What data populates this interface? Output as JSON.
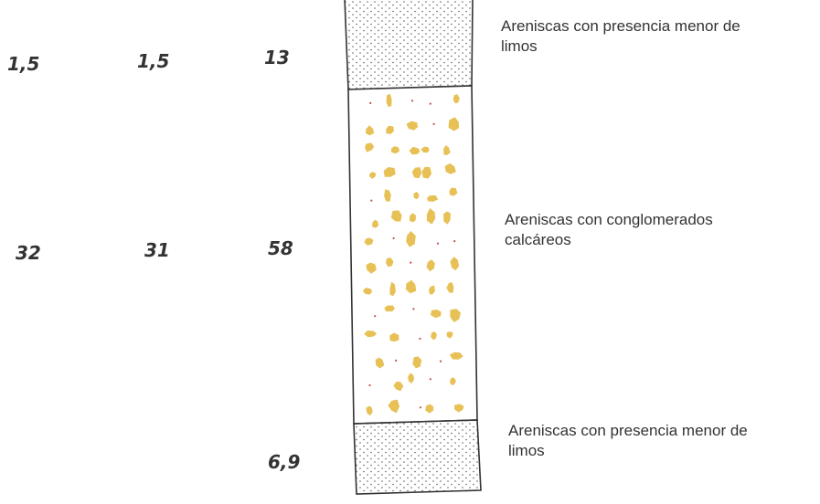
{
  "columns": {
    "a": [
      "1,5",
      "32"
    ],
    "b": [
      "1,5",
      "31"
    ],
    "c": [
      "13",
      "58",
      "6,9"
    ]
  },
  "layers": [
    {
      "name": "sandstone-silt",
      "label_line1": "Areniscas con presencia menor de",
      "label_line2": "limos",
      "pattern": "stipple"
    },
    {
      "name": "sandstone-conglomerate",
      "label_line1": "Areniscas con conglomerados",
      "label_line2": "calcáreos",
      "pattern": "clasts"
    },
    {
      "name": "sandstone-silt-base",
      "label_line1": "Areniscas con presencia menor de",
      "label_line2": "limos",
      "pattern": "stipple"
    }
  ],
  "colors": {
    "clast_fill": "#e7c155",
    "dot_red": "#c0524a",
    "stipple": "#555555",
    "outline": "#333333"
  }
}
